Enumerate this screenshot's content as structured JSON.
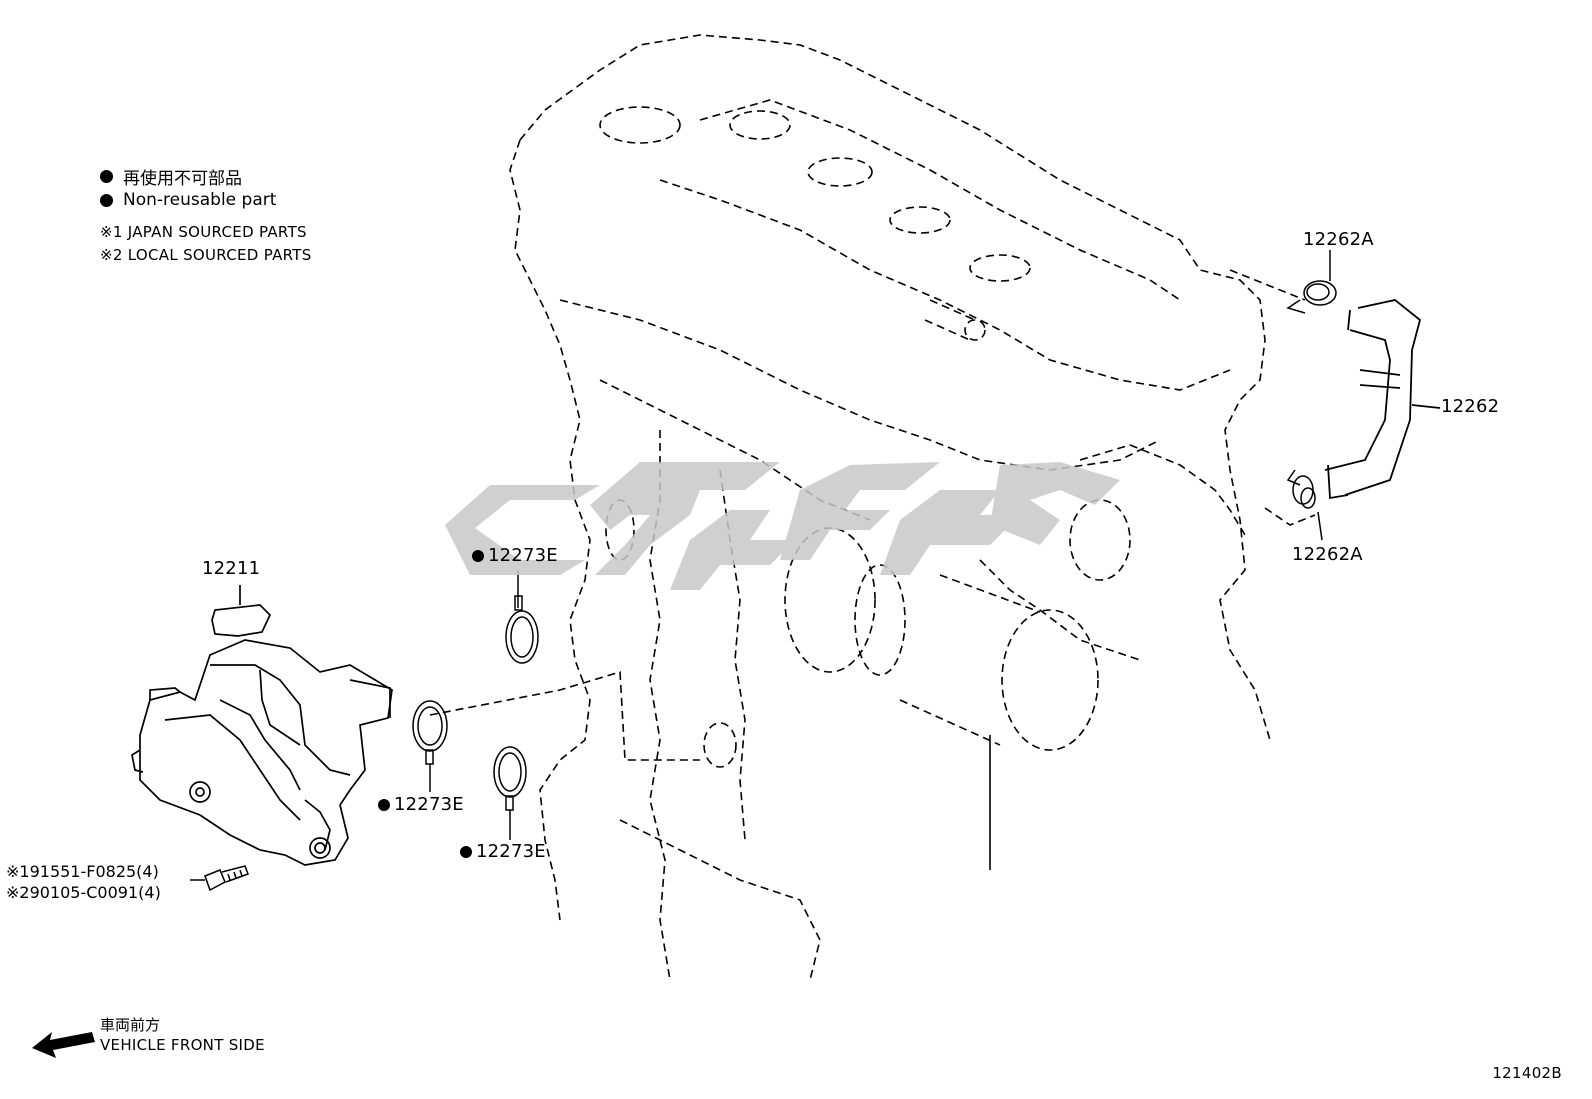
{
  "legend": {
    "non_reusable_jp": "再使用不可部品",
    "non_reusable_en": "Non-reusable part",
    "note_1": "※1 JAPAN SOURCED PARTS",
    "note_2": "※2 LOCAL SOURCED PARTS"
  },
  "callouts": {
    "hose_clamp_top": "12262A",
    "ventilation_hose": "12262",
    "hose_clamp_bottom": "12262A",
    "oil_separator": "12211",
    "gasket_upper": "12273E",
    "gasket_middle": "12273E",
    "gasket_lower": "12273E"
  },
  "fasteners": {
    "bolt_japan": "※191551-F0825(4)",
    "bolt_local": "※290105-C0091(4)"
  },
  "orientation": {
    "label_jp": "車両前方",
    "label_en": "VEHICLE FRONT SIDE"
  },
  "diagram_id": "121402B",
  "colors": {
    "line": "#000000",
    "watermark": "#c8c8c8",
    "background": "#ffffff"
  },
  "icons": {
    "non_reusable_marker": "filled-circle",
    "front_direction": "arrow-left"
  }
}
